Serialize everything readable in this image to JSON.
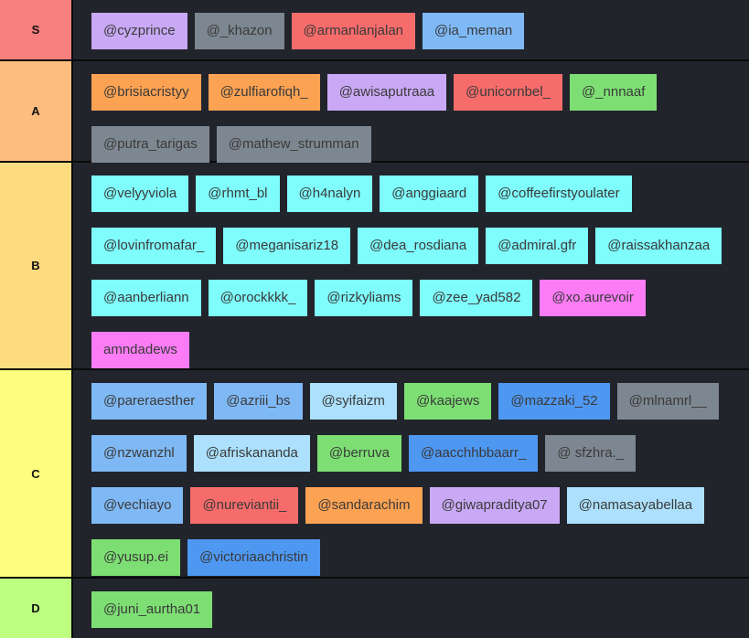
{
  "colors": {
    "S": "#f77f7e",
    "A": "#fdbd7f",
    "B": "#fddc7f",
    "C": "#fdfd7f",
    "D": "#bdfd7f",
    "purple": "#c9a9f5",
    "gray": "#7d8791",
    "red": "#f66c6b",
    "blue": "#7fb9f5",
    "orange": "#fca253",
    "green": "#7ddf73",
    "cyan": "#7ffcfc",
    "pink": "#fb7cf5",
    "lblue": "#ace0fc",
    "dblue": "#4e98f2",
    "row_bg": "#22242c"
  },
  "tiers": [
    {
      "label": "S",
      "items": [
        {
          "text": "@cyzprince",
          "color": "purple"
        },
        {
          "text": "@_khazon",
          "color": "gray"
        },
        {
          "text": "@armanlanjalan",
          "color": "red"
        },
        {
          "text": "@ia_meman",
          "color": "blue"
        }
      ]
    },
    {
      "label": "A",
      "items": [
        {
          "text": "@brisiacristyy",
          "color": "orange"
        },
        {
          "text": "@zulfiarofiqh_",
          "color": "orange"
        },
        {
          "text": "@awisaputraaa",
          "color": "purple"
        },
        {
          "text": "@unicornbel_",
          "color": "red"
        },
        {
          "text": "@_nnnaaf",
          "color": "green"
        },
        {
          "text": "@putra_tarigas",
          "color": "gray"
        },
        {
          "text": "@mathew_strumman",
          "color": "gray"
        }
      ]
    },
    {
      "label": "B",
      "items": [
        {
          "text": "@velyyviola",
          "color": "cyan"
        },
        {
          "text": "@rhmt_bl",
          "color": "cyan"
        },
        {
          "text": "@h4nalyn",
          "color": "cyan"
        },
        {
          "text": "@anggiaard",
          "color": "cyan"
        },
        {
          "text": "@coffeefirstyoulater",
          "color": "cyan"
        },
        {
          "text": "@lovinfromafar_",
          "color": "cyan"
        },
        {
          "text": "@meganisariz18",
          "color": "cyan"
        },
        {
          "text": "@dea_rosdiana",
          "color": "cyan"
        },
        {
          "text": "@admiral.gfr",
          "color": "cyan"
        },
        {
          "text": "@raissakhanzaa",
          "color": "cyan"
        },
        {
          "text": "@aanberliann",
          "color": "cyan"
        },
        {
          "text": "@orockkkk_",
          "color": "cyan"
        },
        {
          "text": "@rizkyliams",
          "color": "cyan"
        },
        {
          "text": "@zee_yad582",
          "color": "cyan"
        },
        {
          "text": "@xo.aurevoir",
          "color": "pink"
        },
        {
          "text": "amndadews",
          "color": "pink"
        }
      ]
    },
    {
      "label": "C",
      "items": [
        {
          "text": "@pareraesther",
          "color": "blue"
        },
        {
          "text": "@azriii_bs",
          "color": "blue"
        },
        {
          "text": "@syifaizm",
          "color": "lblue"
        },
        {
          "text": "@kaajews",
          "color": "green"
        },
        {
          "text": "@mazzaki_52",
          "color": "dblue"
        },
        {
          "text": "@mlnamrl__",
          "color": "gray"
        },
        {
          "text": "@nzwanzhl",
          "color": "blue"
        },
        {
          "text": "@afriskananda",
          "color": "lblue"
        },
        {
          "text": "@berruva",
          "color": "green"
        },
        {
          "text": "@aacchhbbaarr_",
          "color": "dblue"
        },
        {
          "text": "@ sfzhra._",
          "color": "gray"
        },
        {
          "text": "@vechiayo",
          "color": "blue"
        },
        {
          "text": "@nureviantii_",
          "color": "red"
        },
        {
          "text": "@sandarachim",
          "color": "orange"
        },
        {
          "text": "@giwapraditya07",
          "color": "purple"
        },
        {
          "text": "@namasayabellaa",
          "color": "lblue"
        },
        {
          "text": "@yusup.ei",
          "color": "green"
        },
        {
          "text": "@victoriaachristin",
          "color": "dblue"
        }
      ]
    },
    {
      "label": "D",
      "items": [
        {
          "text": "@juni_aurtha01",
          "color": "green"
        }
      ]
    }
  ]
}
